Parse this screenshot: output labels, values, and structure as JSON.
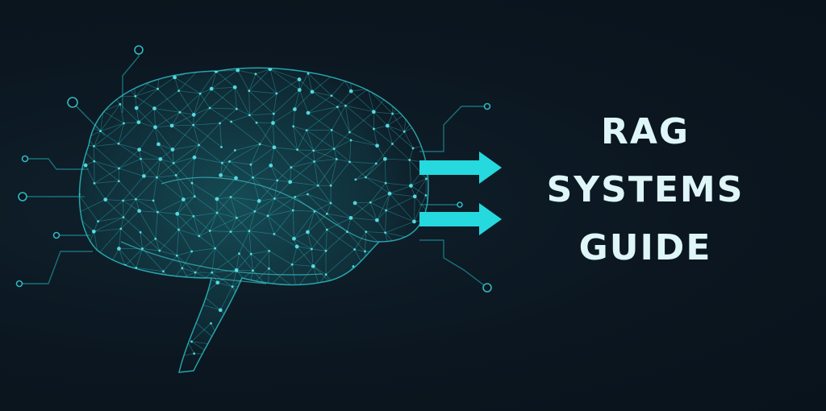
{
  "title": {
    "line1": "RAG",
    "line2": "SYSTEMS",
    "line3": "GUIDE"
  },
  "colors": {
    "background": "#0b1620",
    "accent": "#25d9de",
    "title_text": "#dff6f8"
  },
  "icons": [
    "brain-network-icon",
    "arrow-right-icon"
  ]
}
